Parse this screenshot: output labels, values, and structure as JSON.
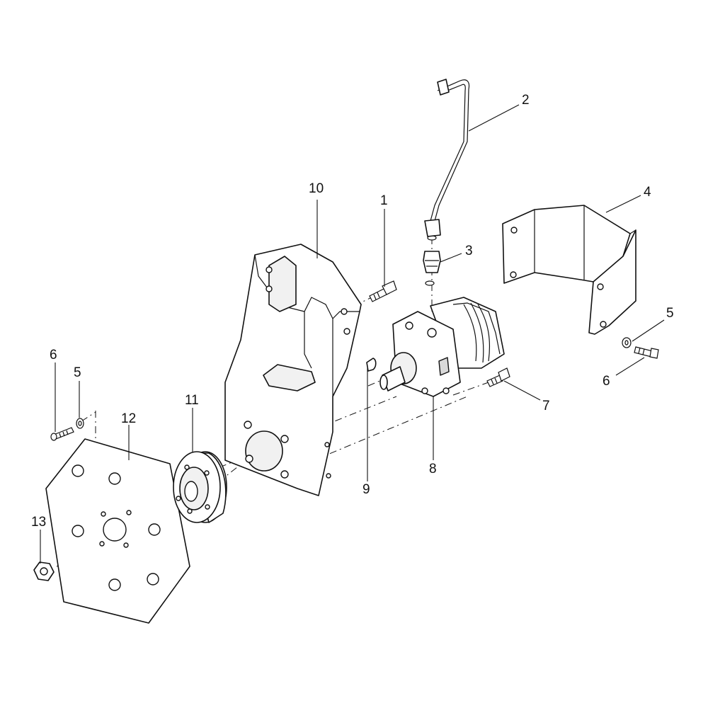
{
  "callouts": [
    {
      "id": "1",
      "text": "1"
    },
    {
      "id": "2",
      "text": "2"
    },
    {
      "id": "3",
      "text": "3"
    },
    {
      "id": "4",
      "text": "4"
    },
    {
      "id": "5a",
      "text": "5"
    },
    {
      "id": "6a",
      "text": "6"
    },
    {
      "id": "7",
      "text": "7"
    },
    {
      "id": "8",
      "text": "8"
    },
    {
      "id": "9",
      "text": "9"
    },
    {
      "id": "10",
      "text": "10"
    },
    {
      "id": "11",
      "text": "11"
    },
    {
      "id": "12",
      "text": "12"
    },
    {
      "id": "13",
      "text": "13"
    },
    {
      "id": "5b",
      "text": "5"
    },
    {
      "id": "6b",
      "text": "6"
    }
  ],
  "colors": {
    "line": "#111111",
    "background": "#ffffff",
    "fill_light": "#f1f1f1",
    "fill_shade": "#d9d9d9"
  }
}
